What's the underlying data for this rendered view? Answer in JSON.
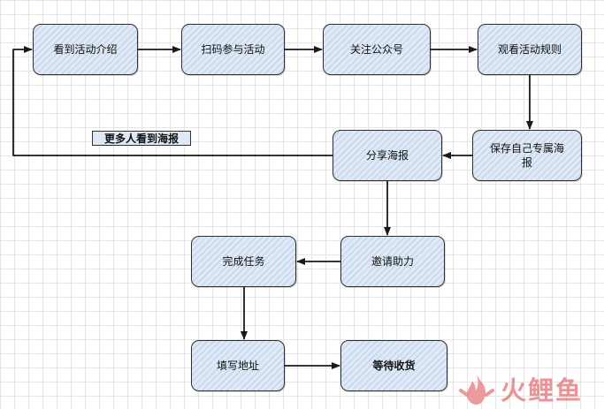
{
  "diagram": {
    "nodes": [
      {
        "id": "learn",
        "label": "看到活动介绍",
        "bold": false
      },
      {
        "id": "scan",
        "label": "扫码参与活动",
        "bold": false
      },
      {
        "id": "follow",
        "label": "关注公众号",
        "bold": false
      },
      {
        "id": "rules",
        "label": "观看活动规则",
        "bold": false
      },
      {
        "id": "save",
        "label": "保存自己专属海报",
        "bold": false
      },
      {
        "id": "share",
        "label": "分享海报",
        "bold": false
      },
      {
        "id": "invite",
        "label": "邀请助力",
        "bold": false
      },
      {
        "id": "task",
        "label": "完成任务",
        "bold": false
      },
      {
        "id": "address",
        "label": "填写地址",
        "bold": false
      },
      {
        "id": "wait",
        "label": "等待收货",
        "bold": true
      }
    ],
    "edges": [
      {
        "from": "learn",
        "to": "scan"
      },
      {
        "from": "scan",
        "to": "follow"
      },
      {
        "from": "follow",
        "to": "rules"
      },
      {
        "from": "rules",
        "to": "save"
      },
      {
        "from": "save",
        "to": "share"
      },
      {
        "from": "share",
        "to": "learn",
        "label": "更多人看到海报"
      },
      {
        "from": "share",
        "to": "invite"
      },
      {
        "from": "invite",
        "to": "task"
      },
      {
        "from": "task",
        "to": "address"
      },
      {
        "from": "address",
        "to": "wait"
      }
    ]
  },
  "watermark": {
    "text": "火鲤鱼",
    "color": "#e8898c"
  },
  "colors": {
    "node_fill": "#dfe9f6",
    "hatch": "#628ac4",
    "stroke": "#1a1a1a",
    "grid": "#e6e6e6"
  }
}
